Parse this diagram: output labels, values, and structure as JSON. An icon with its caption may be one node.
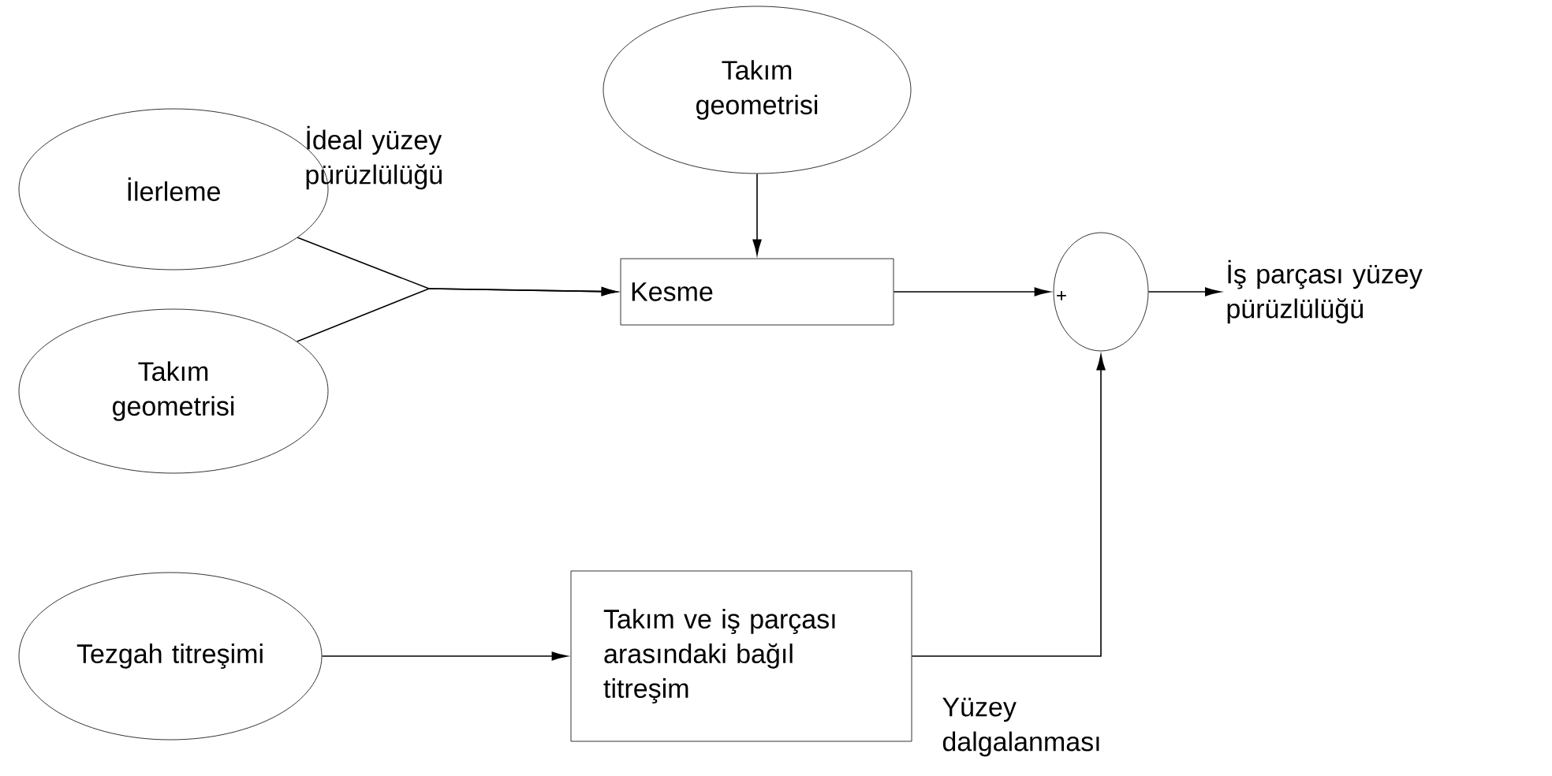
{
  "diagram": {
    "nodes": [
      {
        "text": [
          "İlerleme"
        ]
      },
      {
        "text": [
          "Takım geometrisi"
        ]
      },
      {
        "text": [
          "Takım geometrisi"
        ]
      },
      {
        "text": [
          "Kesme"
        ]
      },
      {
        "text": [],
        "shape": "circle"
      },
      {
        "text": [
          "Takım ve iş parçası arasındaki bağıl titreşim"
        ]
      },
      {
        "text": [
          "Tezgah titreşimi"
        ]
      },
      {
        "text": [
          "İş parçası yüzey pürüzlülüğü"
        ]
      }
    ],
    "edges": [
      {
        "from": 0,
        "to": 3,
        "arrow": "to"
      },
      {
        "from": 1,
        "to": 3,
        "arrow": "to"
      },
      {
        "from": 2,
        "to": 3,
        "arrow": "to"
      },
      {
        "from": 3,
        "to": 4,
        "arrow": "to"
      },
      {
        "from": 4,
        "to": 7,
        "arrow": "to"
      },
      {
        "from": 6,
        "to": 5,
        "arrow": "to"
      },
      {
        "from": 5,
        "to": 4,
        "arrow": "to"
      }
    ],
    "labels": [
      "İdeal yüzey pürüzlülüğü",
      "+",
      "Yüzey dalgalanması"
    ]
  }
}
